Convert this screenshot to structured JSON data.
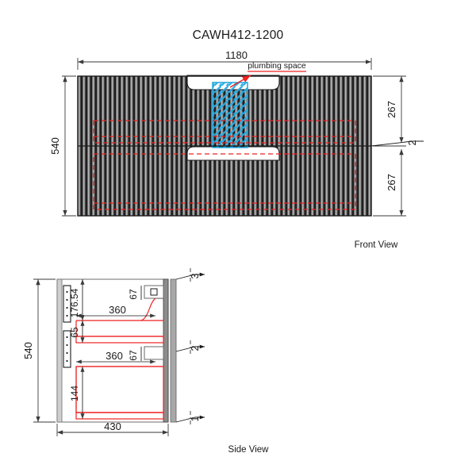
{
  "drawing": {
    "title": "CAWH412-1200",
    "views": {
      "front": {
        "label": "Front View",
        "width_dim": "1180",
        "height_dim": "540",
        "right_top_dim": "267",
        "right_bottom_dim": "267",
        "middle_leader": "2",
        "annotation": "plumbing space"
      },
      "side": {
        "label": "Side View",
        "height_dim": "540",
        "depth_dim": "430",
        "upper_drawer_depth": "360",
        "lower_drawer_depth": "360",
        "upper_offset": "176.54",
        "upper_drawer_height": "65",
        "lower_drawer_height": "144",
        "upper_gap": "67",
        "lower_gap": "67",
        "leaders": [
          "3",
          "2",
          "1"
        ]
      }
    },
    "colors": {
      "outline": "#1a1a1a",
      "slat_dark": "#2b2b2b",
      "slat_light": "#8e8e8e",
      "hatch_blue": "#29abe2",
      "red": "#ee2222",
      "dim_line": "#3a3a3a",
      "background": "#ffffff"
    }
  }
}
